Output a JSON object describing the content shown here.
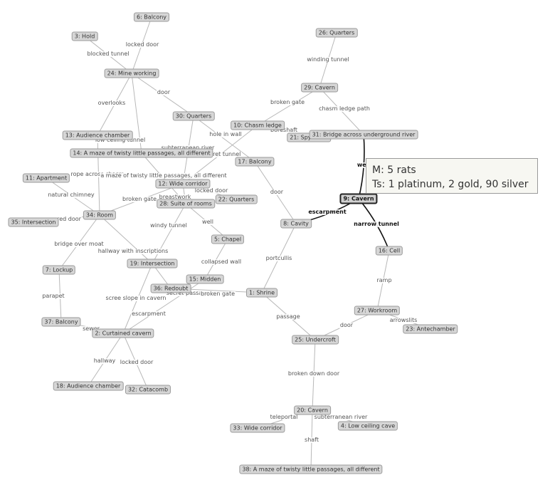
{
  "graph": {
    "selected_node": "9",
    "nodes": [
      {
        "id": "6",
        "label": "6: Balcony"
      },
      {
        "id": "3",
        "label": "3: Hold"
      },
      {
        "id": "24",
        "label": "24: Mine working"
      },
      {
        "id": "26",
        "label": "26: Quarters"
      },
      {
        "id": "29",
        "label": "29: Cavern"
      },
      {
        "id": "30",
        "label": "30: Quarters"
      },
      {
        "id": "13",
        "label": "13: Audience chamber"
      },
      {
        "id": "10",
        "label": "10: Chasm ledge"
      },
      {
        "id": "21",
        "label": "21: Spy room"
      },
      {
        "id": "31",
        "label": "31: Bridge across underground river"
      },
      {
        "id": "14",
        "label": "14: A maze of twisty little passages, all different"
      },
      {
        "id": "17",
        "label": "17: Balcony"
      },
      {
        "id": "11",
        "label": "11: Apartment"
      },
      {
        "id": "12",
        "label": "12: Wide corridor"
      },
      {
        "id": "22",
        "label": "22: Quarters"
      },
      {
        "id": "28",
        "label": "28: Suite of rooms"
      },
      {
        "id": "9",
        "label": "9: Cavern"
      },
      {
        "id": "34",
        "label": "34: Room"
      },
      {
        "id": "35",
        "label": "35: Intersection"
      },
      {
        "id": "8",
        "label": "8: Cavity"
      },
      {
        "id": "5",
        "label": "5: Chapel"
      },
      {
        "id": "16",
        "label": "16: Cell"
      },
      {
        "id": "19",
        "label": "19: Intersection"
      },
      {
        "id": "7",
        "label": "7: Lockup"
      },
      {
        "id": "15",
        "label": "15: Midden"
      },
      {
        "id": "36",
        "label": "36: Redoubt"
      },
      {
        "id": "1",
        "label": "1: Shrine"
      },
      {
        "id": "27",
        "label": "27: Workroom"
      },
      {
        "id": "37",
        "label": "37: Balcony"
      },
      {
        "id": "23",
        "label": "23: Antechamber"
      },
      {
        "id": "2",
        "label": "2: Curtained cavern"
      },
      {
        "id": "25",
        "label": "25: Undercroft"
      },
      {
        "id": "18",
        "label": "18: Audience chamber"
      },
      {
        "id": "32",
        "label": "32: Catacomb"
      },
      {
        "id": "20",
        "label": "20: Cavern"
      },
      {
        "id": "33",
        "label": "33: Wide corridor"
      },
      {
        "id": "4",
        "label": "4: Low ceiling cave"
      },
      {
        "id": "38",
        "label": "38: A maze of twisty little passages, all different"
      }
    ],
    "edges": [
      {
        "from": "24",
        "to": "6",
        "label": "locked door"
      },
      {
        "from": "24",
        "to": "3",
        "label": "blocked tunnel"
      },
      {
        "from": "24",
        "to": "30",
        "label": "door"
      },
      {
        "from": "24",
        "to": "13",
        "label": "overlooks"
      },
      {
        "from": "24",
        "to": "14",
        "label": "low ceiling tunnel"
      },
      {
        "from": "26",
        "to": "29",
        "label": "winding tunnel"
      },
      {
        "from": "29",
        "to": "10",
        "label": "broken gate"
      },
      {
        "from": "29",
        "to": "31",
        "label": "chasm ledge path"
      },
      {
        "from": "30",
        "to": "12",
        "label": "subterranean river"
      },
      {
        "from": "30",
        "to": "17",
        "label": "hole in wall"
      },
      {
        "from": "10",
        "to": "21",
        "label": "boreshaft"
      },
      {
        "from": "10",
        "to": "12",
        "label": "secret tunnel"
      },
      {
        "from": "31",
        "to": "9",
        "label": "well",
        "highlight": true
      },
      {
        "from": "13",
        "to": "34",
        "label": "rope across chasm"
      },
      {
        "from": "14",
        "to": "28",
        "label": "a maze of twisty little passages, all different"
      },
      {
        "from": "12",
        "to": "28",
        "label": "breastwork"
      },
      {
        "from": "12",
        "to": "22",
        "label": "locked door"
      },
      {
        "from": "11",
        "to": "34",
        "label": "natural chimney"
      },
      {
        "from": "34",
        "to": "12",
        "label": "broken gate"
      },
      {
        "from": "34",
        "to": "35",
        "label": "red door"
      },
      {
        "from": "34",
        "to": "7",
        "label": "bridge over moat"
      },
      {
        "from": "34",
        "to": "19",
        "label": "hallway with inscriptions"
      },
      {
        "from": "28",
        "to": "19",
        "label": "windy tunnel"
      },
      {
        "from": "28",
        "to": "5",
        "label": "well"
      },
      {
        "from": "17",
        "to": "8",
        "label": "door"
      },
      {
        "from": "9",
        "to": "8",
        "label": "escarpment",
        "highlight": true
      },
      {
        "from": "9",
        "to": "16",
        "label": "narrow tunnel",
        "highlight": true
      },
      {
        "from": "5",
        "to": "15",
        "label": "collapsed wall"
      },
      {
        "from": "8",
        "to": "1",
        "label": "portcullis"
      },
      {
        "from": "19",
        "to": "36",
        "label": "secret passage"
      },
      {
        "from": "19",
        "to": "2",
        "label": "scree slope in cavern"
      },
      {
        "from": "16",
        "to": "27",
        "label": "ramp"
      },
      {
        "from": "7",
        "to": "37",
        "label": "parapet"
      },
      {
        "from": "36",
        "to": "1",
        "label": "broken gate"
      },
      {
        "from": "15",
        "to": "2",
        "label": "escarpment"
      },
      {
        "from": "1",
        "to": "25",
        "label": "passage"
      },
      {
        "from": "27",
        "to": "25",
        "label": "door"
      },
      {
        "from": "27",
        "to": "23",
        "label": "arrowslits"
      },
      {
        "from": "37",
        "to": "2",
        "label": "sewer"
      },
      {
        "from": "2",
        "to": "18",
        "label": "hallway"
      },
      {
        "from": "2",
        "to": "32",
        "label": "locked door"
      },
      {
        "from": "25",
        "to": "20",
        "label": "broken down door"
      },
      {
        "from": "20",
        "to": "33",
        "label": "teleportal"
      },
      {
        "from": "20",
        "to": "4",
        "label": "subterranean river"
      },
      {
        "from": "20",
        "to": "38",
        "label": "shaft"
      }
    ]
  },
  "tooltip": {
    "line1": "M: 5 rats",
    "line2": "Ts: 1 platinum, 2 gold, 90 silver"
  }
}
